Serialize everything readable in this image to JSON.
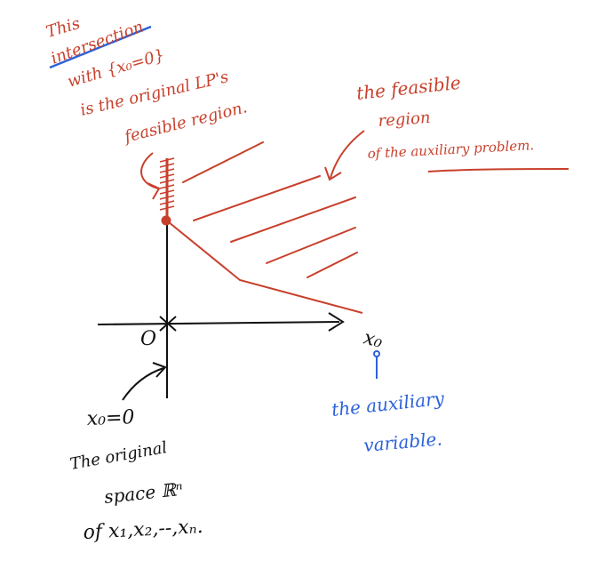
{
  "annotations": {
    "top_left": [
      "This",
      "intersection",
      "with {x₀=0}",
      "is the original LP's",
      "feasible region."
    ],
    "top_right": [
      "the feasible",
      "region",
      "of the auxiliary problem."
    ],
    "axis_label": "x₀",
    "origin_label": "O",
    "bottom_left": [
      "x₀=0",
      "The original",
      "space ℝⁿ",
      "of x₁,x₂,--,xₙ."
    ],
    "bottom_right": [
      "the auxiliary",
      "variable."
    ]
  },
  "colors": {
    "red": "#c8402c",
    "blue": "#2b62d9",
    "black": "#111111"
  }
}
